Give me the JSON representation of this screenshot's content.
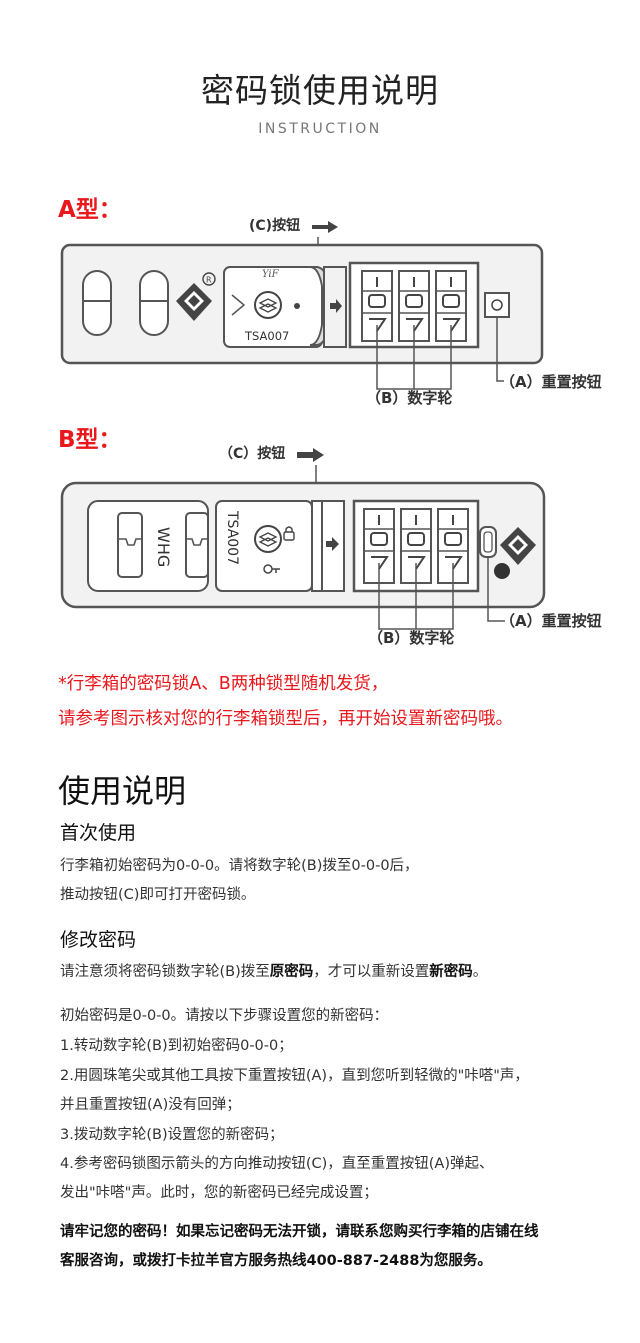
{
  "header": {
    "title": "密码锁使用说明",
    "subtitle": "INSTRUCTION"
  },
  "type_a": {
    "label": "A型：",
    "button_c": "(C)按钮",
    "brand": "YiF",
    "tsa": "TSA007",
    "wheels_b": "（B）数字轮",
    "reset_a": "（A）重置按钮"
  },
  "type_b": {
    "label": "B型：",
    "button_c": "（C）按钮",
    "brand": "WHG",
    "tsa": "TSA007",
    "wheels_b": "（B）数字轮",
    "reset_a": "（A）重置按钮"
  },
  "notice": {
    "line1": "*行李箱的密码锁A、B两种锁型随机发货，",
    "line2": "请参考图示核对您的行李箱锁型后，再开始设置新密码哦。"
  },
  "usage": {
    "heading": "使用说明",
    "first_use": {
      "heading": "首次使用",
      "line1": "行李箱初始密码为0-0-0。请将数字轮(B)拨至0-0-0后，",
      "line2": "推动按钮(C)即可打开密码锁。"
    },
    "change": {
      "heading": "修改密码",
      "intro_a": "请注意须将密码锁数字轮(B)拨至",
      "intro_b": "原密码",
      "intro_c": "，才可以重新设置",
      "intro_d": "新密码",
      "intro_e": "。",
      "steps_intro": "初始密码是0-0-0。请按以下步骤设置您的新密码：",
      "step1": "1.转动数字轮(B)到初始密码0-0-0；",
      "step2a": "2.用圆珠笔尖或其他工具按下重置按钮(A)，直到您听到轻微的\"咔嗒\"声，",
      "step2b": "并且重置按钮(A)没有回弹；",
      "step3": "3.拨动数字轮(B)设置您的新密码；",
      "step4a": "4.参考密码锁图示箭头的方向推动按钮(C)，直至重置按钮(A)弹起、",
      "step4b": "发出\"咔嗒\"声。此时，您的新密码已经完成设置；"
    },
    "remember": {
      "line1": "请牢记您的密码！如果忘记密码无法开锁，请联系您购买行李箱的店铺在线",
      "line2": "客服咨询，或拨打卡拉羊官方服务热线400-887-2488为您服务。"
    }
  },
  "colors": {
    "red": "#e8181c",
    "line": "#555555",
    "body": "#f2f2f2"
  }
}
